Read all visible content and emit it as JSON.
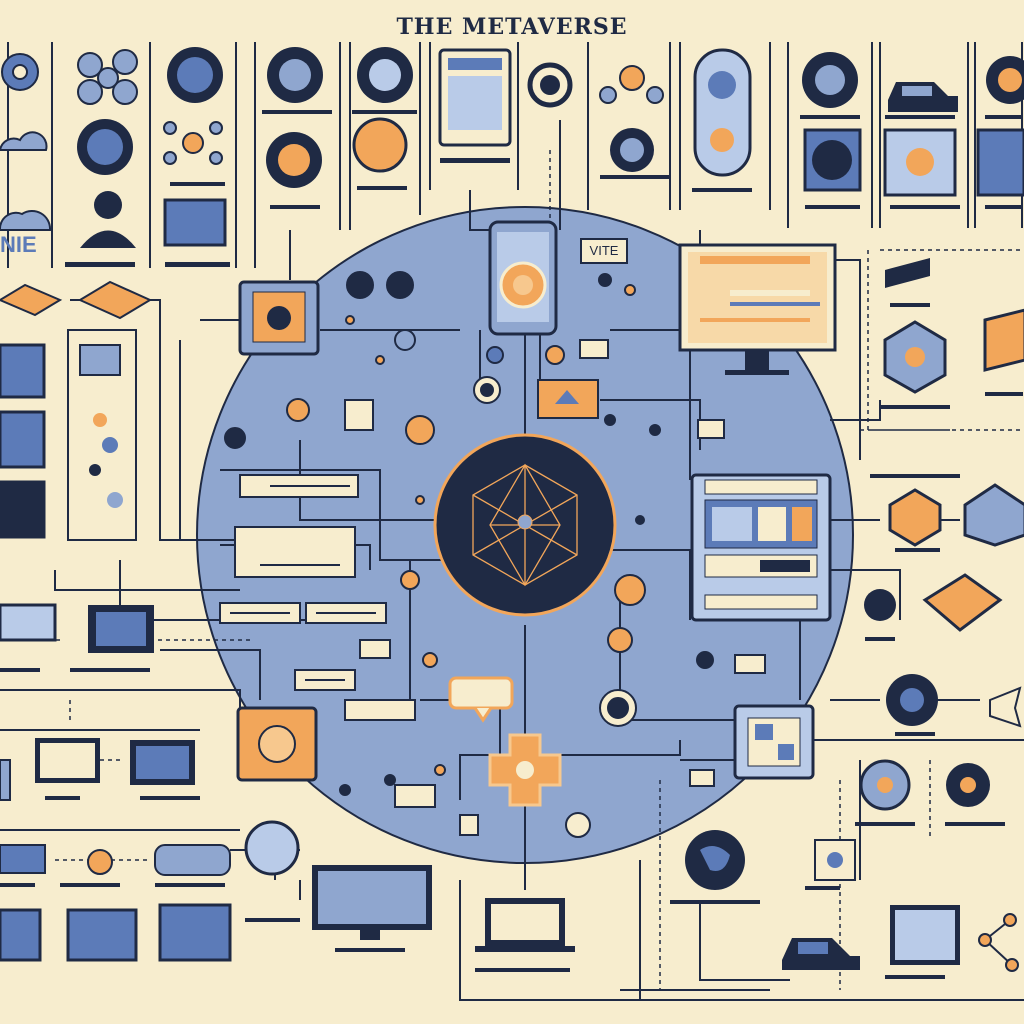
{
  "header": {
    "title": "THE METAVERSE"
  },
  "callouts": {
    "vite": "VITE",
    "nie": "NIE"
  },
  "palette": {
    "background": "#f7edce",
    "navy": "#1f2a44",
    "hub_blue": "#8fa6cf",
    "orange": "#f2a65a",
    "light_blue": "#b9cbe8"
  },
  "icons": [
    "gear-icon",
    "cloud-icon",
    "person-icon",
    "sphere-icon",
    "globe-icon",
    "car-icon",
    "laptop-icon",
    "monitor-icon",
    "smartphone-icon",
    "network-node-icon",
    "drone-icon",
    "speech-bubble-icon",
    "cube-icon",
    "film-icon",
    "chat-icon"
  ]
}
